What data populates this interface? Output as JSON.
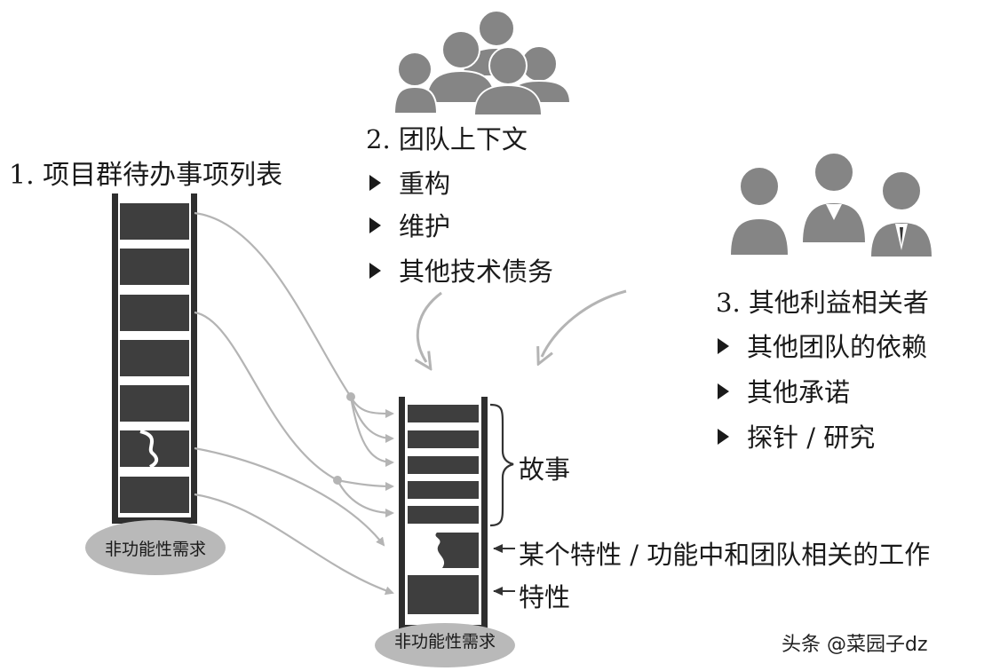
{
  "backlog": {
    "title": "1. 项目群待办事项列表",
    "nfr_label": "非功能性需求"
  },
  "team_context": {
    "title": "2. 团队上下文",
    "items": [
      "重构",
      "维护",
      "其他技术债务"
    ]
  },
  "stakeholders": {
    "title": "3. 其他利益相关者",
    "items": [
      "其他团队的依赖",
      "其他承诺",
      "探针 / 研究"
    ]
  },
  "team_backlog": {
    "nfr_label": "非功能性需求",
    "stories_label": "故事",
    "feature_part_label": "某个特性 / 功能中和团队相关的工作",
    "feature_label": "特性"
  },
  "watermark": "头条 @菜园子dz",
  "colors": {
    "block": "#3e3e3e",
    "arrow": "#b4b4b4",
    "people": "#858585",
    "ellipse": "#b9b9b9"
  }
}
